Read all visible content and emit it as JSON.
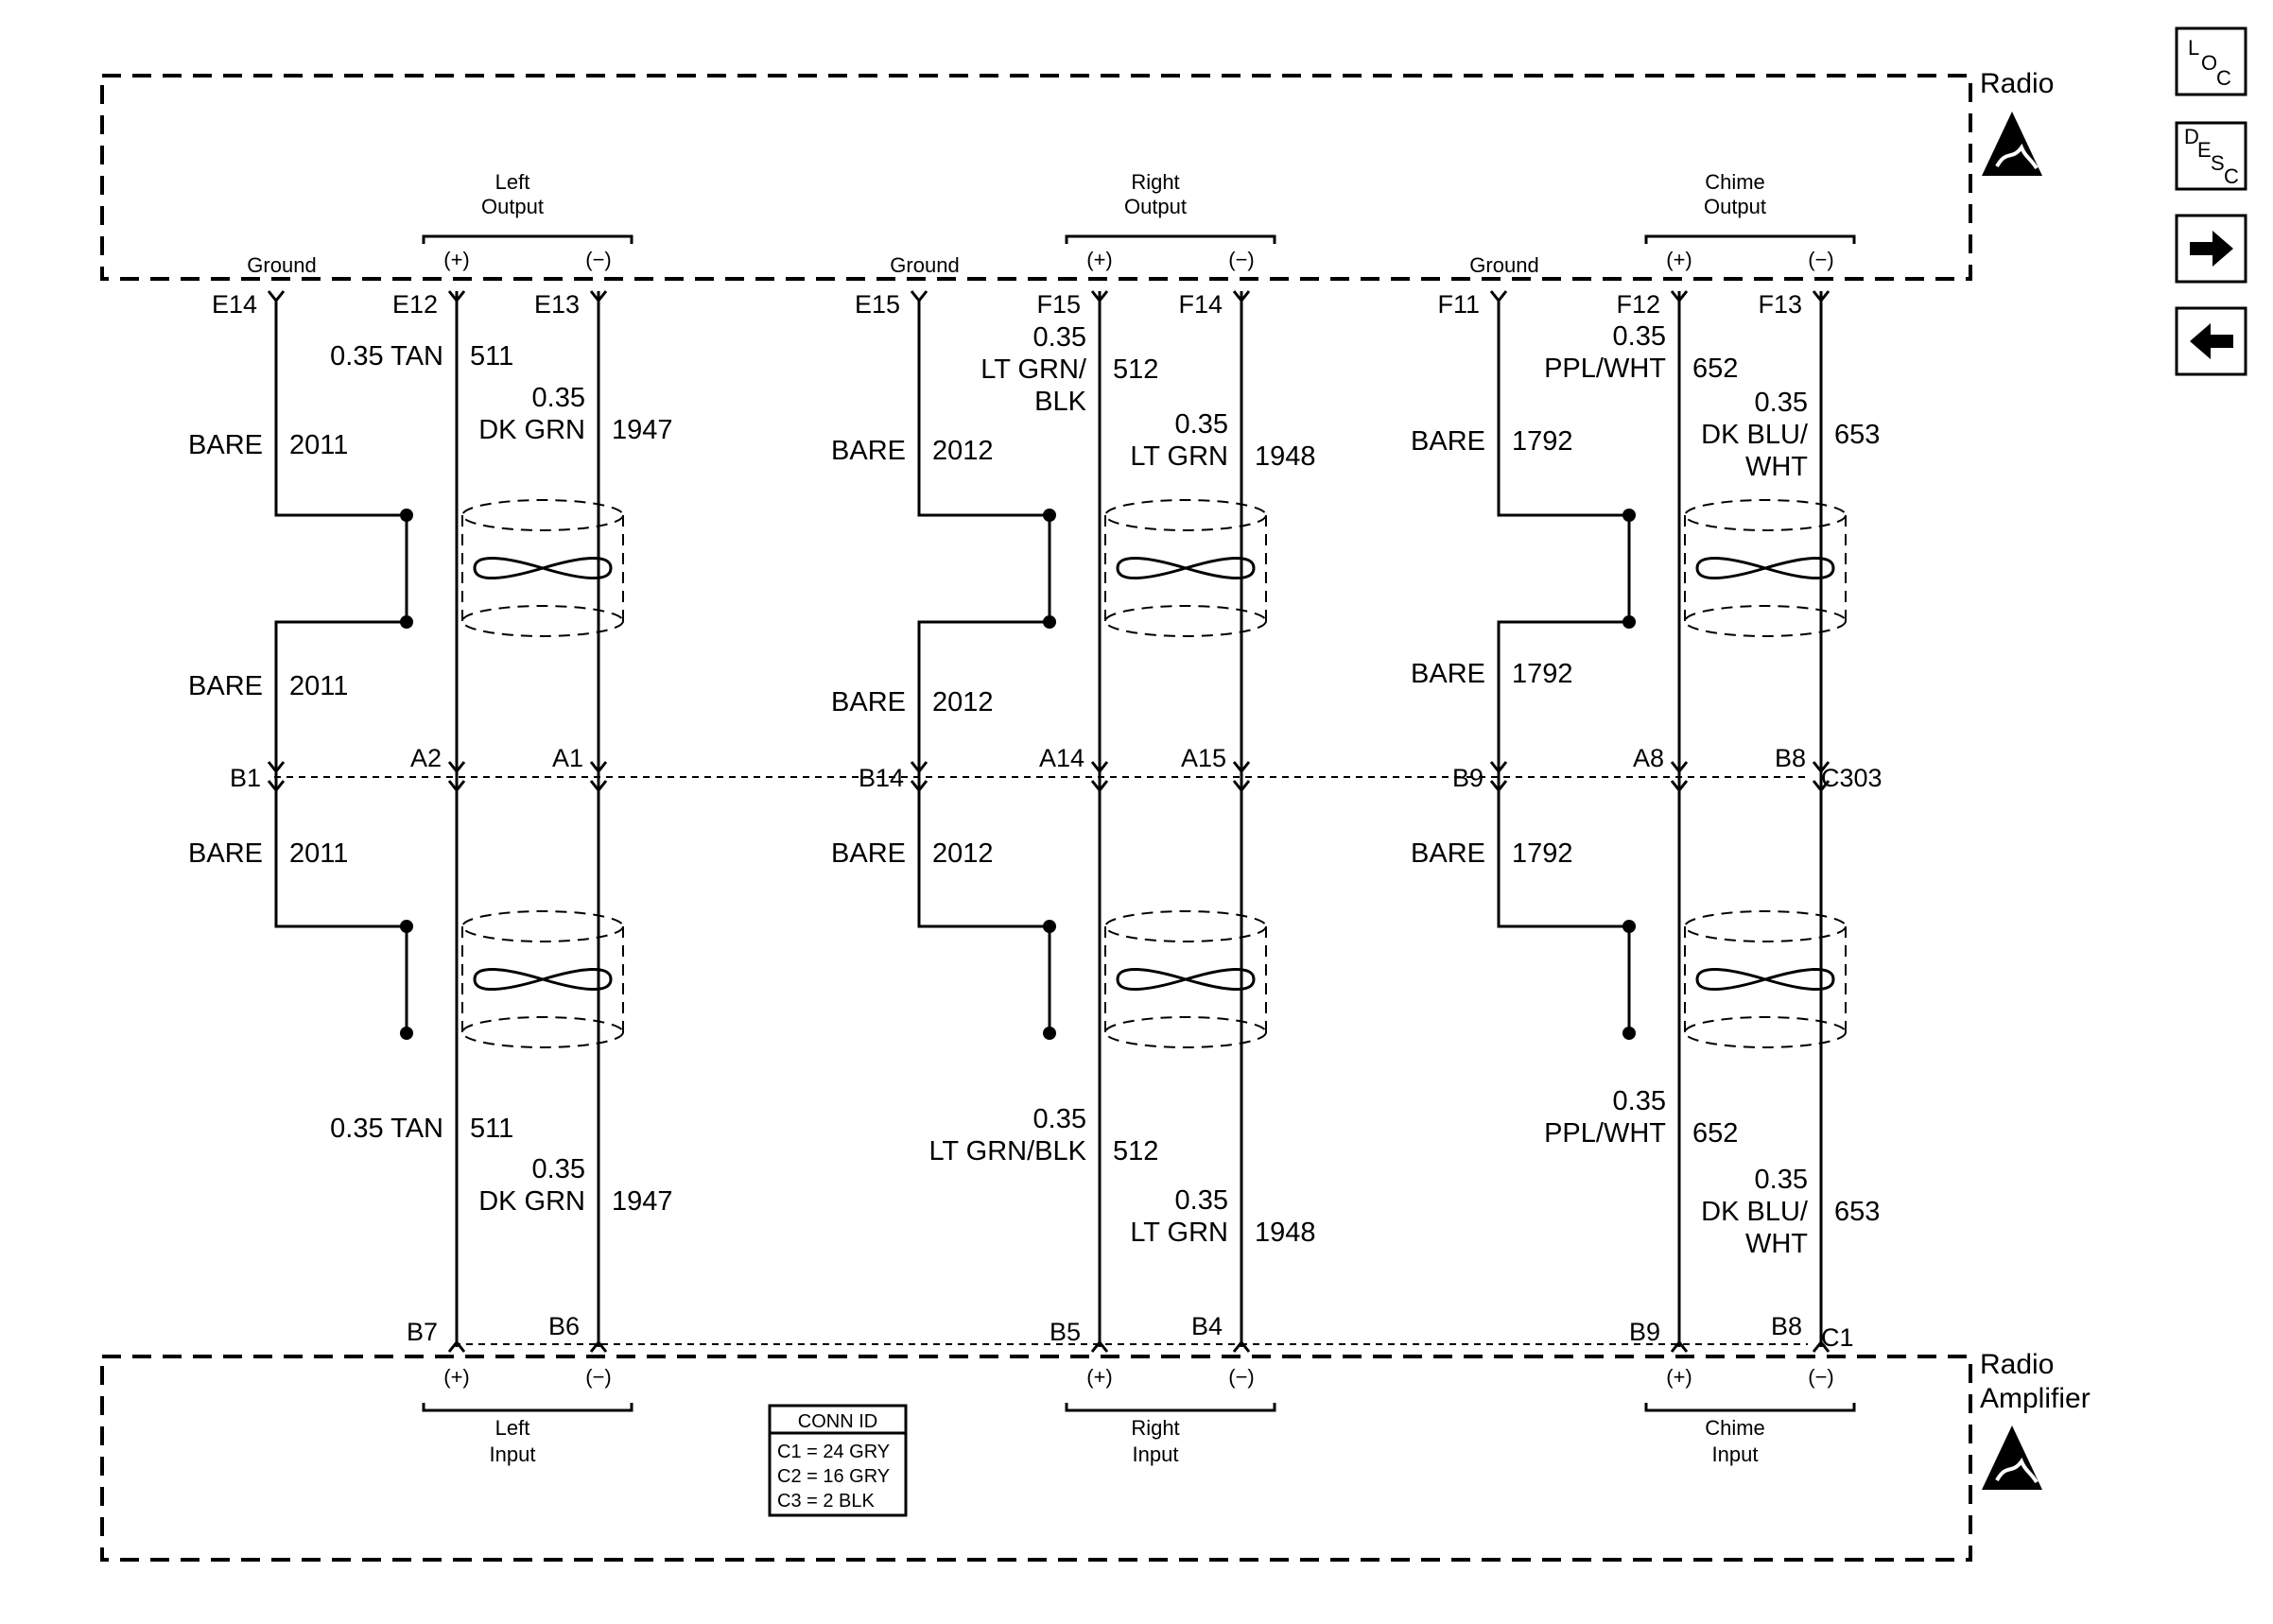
{
  "components": {
    "radio": "Radio",
    "amp_line1": "Radio",
    "amp_line2": "Amplifier"
  },
  "connectors": {
    "c303": "C303",
    "c1": "C1"
  },
  "conn_id": {
    "title": "CONN ID",
    "rows": [
      "C1 = 24 GRY",
      "C2 = 16 GRY",
      "C3 = 2 BLK"
    ]
  },
  "polarity": {
    "plus": "(+)",
    "minus": "(−)"
  },
  "circuits": [
    {
      "ground_label": "Ground",
      "out_line1": "Left",
      "out_line2": "Output",
      "in_line1": "Left",
      "in_line2": "Input",
      "top_pins": {
        "ground": "E14",
        "plus": "E12",
        "minus": "E13"
      },
      "mid_pins": {
        "ground": "B1",
        "plus": "A2",
        "minus": "A1"
      },
      "bot_pins": {
        "plus": "B7",
        "minus": "B6"
      },
      "ground_wire": {
        "color": "BARE",
        "circuit": "2011"
      },
      "plus_wire": {
        "top_lines": [
          "0.35 TAN"
        ],
        "bot_lines": [
          "0.35 TAN"
        ],
        "circuit": "511"
      },
      "minus_wire": {
        "top_lines": [
          "0.35",
          "DK GRN"
        ],
        "bot_lines": [
          "0.35",
          "DK GRN"
        ],
        "circuit": "1947"
      }
    },
    {
      "ground_label": "Ground",
      "out_line1": "Right",
      "out_line2": "Output",
      "in_line1": "Right",
      "in_line2": "Input",
      "top_pins": {
        "ground": "E15",
        "plus": "F15",
        "minus": "F14"
      },
      "mid_pins": {
        "ground": "B14",
        "plus": "A14",
        "minus": "A15"
      },
      "bot_pins": {
        "plus": "B5",
        "minus": "B4"
      },
      "ground_wire": {
        "color": "BARE",
        "circuit": "2012"
      },
      "plus_wire": {
        "top_lines": [
          "0.35",
          "LT GRN/",
          "BLK"
        ],
        "bot_lines": [
          "0.35",
          "LT GRN/BLK"
        ],
        "circuit": "512"
      },
      "minus_wire": {
        "top_lines": [
          "0.35",
          "LT GRN"
        ],
        "bot_lines": [
          "0.35",
          "LT GRN"
        ],
        "circuit": "1948"
      }
    },
    {
      "ground_label": "Ground",
      "out_line1": "Chime",
      "out_line2": "Output",
      "in_line1": "Chime",
      "in_line2": "Input",
      "top_pins": {
        "ground": "F11",
        "plus": "F12",
        "minus": "F13"
      },
      "mid_pins": {
        "ground": "B9",
        "plus": "A8",
        "minus": "B8"
      },
      "bot_pins": {
        "plus": "B9",
        "minus": "B8"
      },
      "ground_wire": {
        "color": "BARE",
        "circuit": "1792"
      },
      "plus_wire": {
        "top_lines": [
          "0.35",
          "PPL/WHT"
        ],
        "bot_lines": [
          "0.35",
          "PPL/WHT"
        ],
        "circuit": "652"
      },
      "minus_wire": {
        "top_lines": [
          "0.35",
          "DK BLU/",
          "WHT"
        ],
        "bot_lines": [
          "0.35",
          "DK BLU/",
          "WHT"
        ],
        "circuit": "653"
      }
    }
  ],
  "nav": {
    "loc": [
      "L",
      "O",
      "C"
    ],
    "desc": [
      "D",
      "E",
      "S",
      "C"
    ],
    "forward_icon": "arrow-right-icon",
    "back_icon": "arrow-left-icon"
  }
}
